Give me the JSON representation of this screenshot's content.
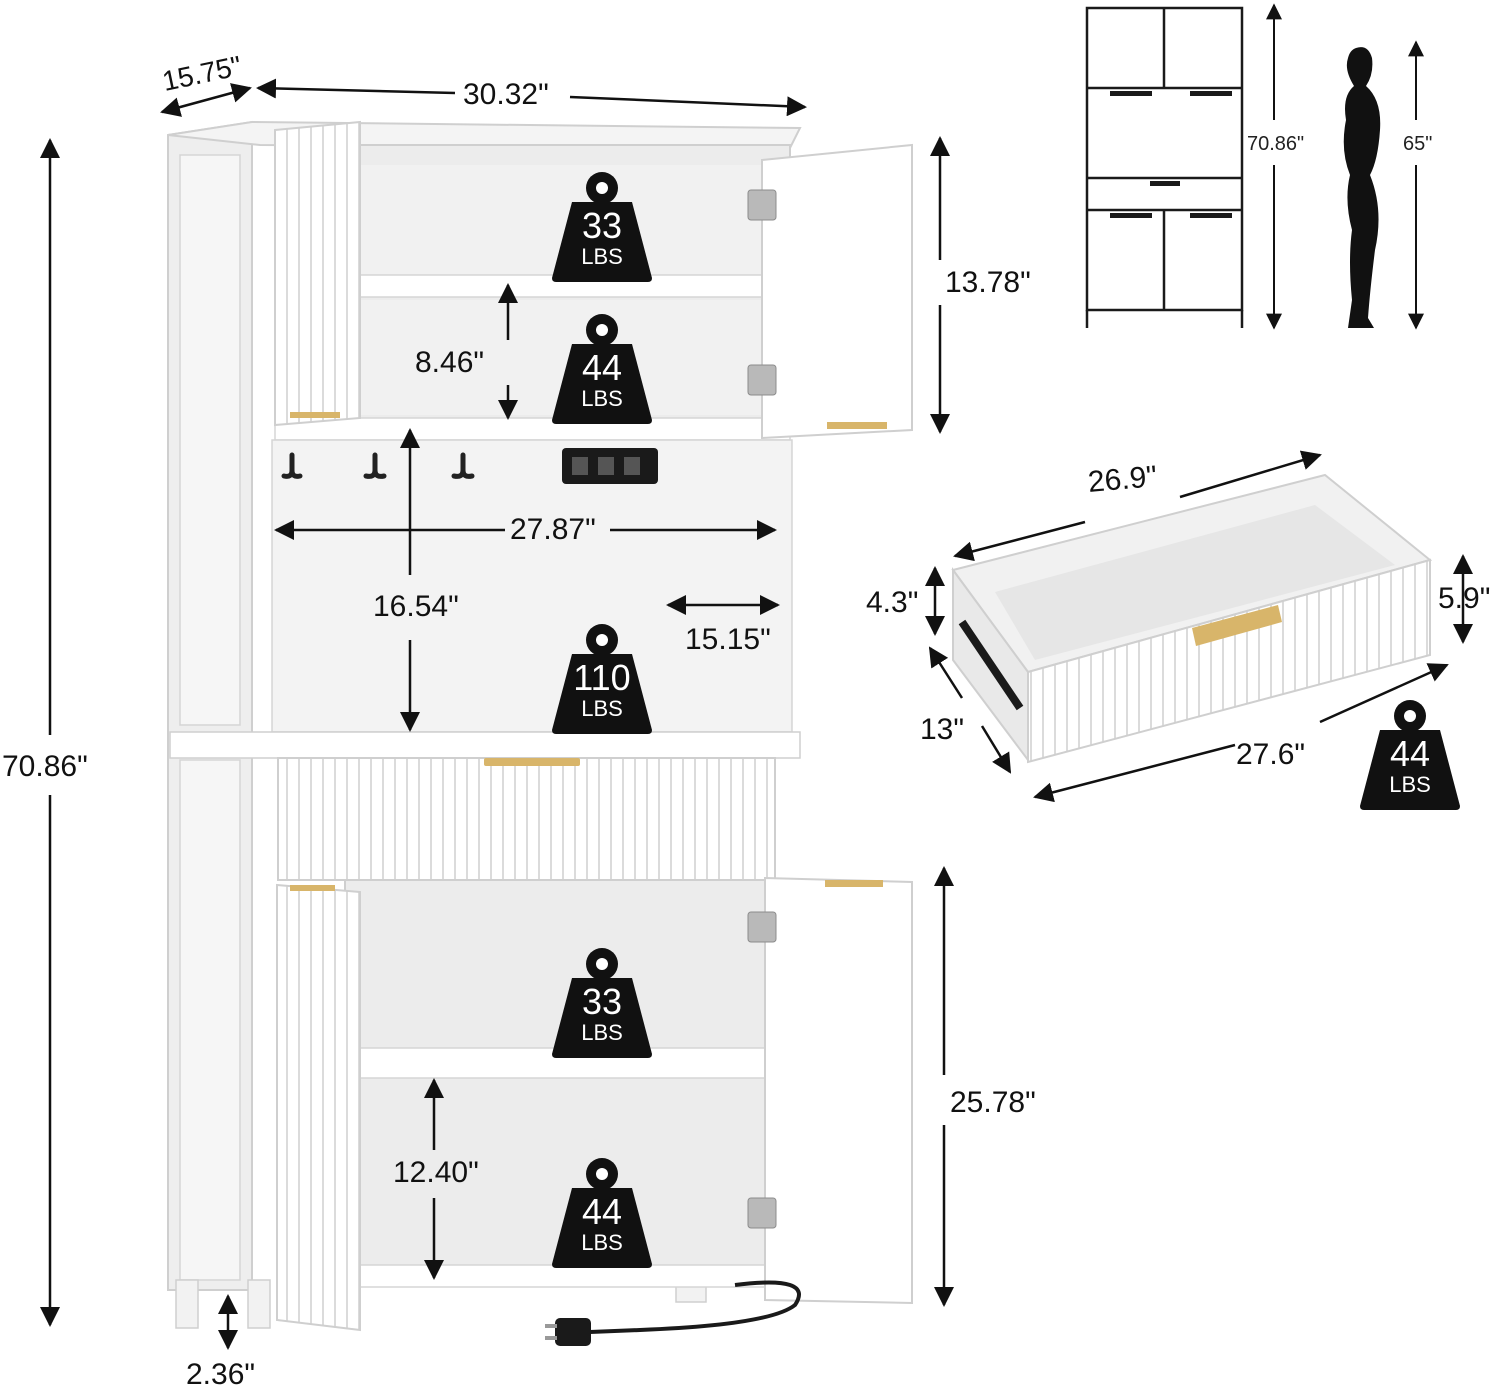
{
  "dimensions": {
    "depth": "15.75\"",
    "width": "30.32\"",
    "height_left": "70.86\"",
    "top_cabinet_height": "13.78\"",
    "top_shelf_gap": "8.46\"",
    "open_width": "27.87\"",
    "open_height": "16.54\"",
    "open_depth": "15.15\"",
    "leg_height": "2.36\"",
    "bottom_cabinet_height": "25.78\"",
    "bottom_shelf_gap": "12.40\""
  },
  "load_badges": {
    "top_shelf": {
      "value": "33",
      "unit": "LBS"
    },
    "upper_shelf": {
      "value": "44",
      "unit": "LBS"
    },
    "open_shelf": {
      "value": "110",
      "unit": "LBS"
    },
    "lower_shelf": {
      "value": "33",
      "unit": "LBS"
    },
    "bottom_shelf": {
      "value": "44",
      "unit": "LBS"
    },
    "drawer": {
      "value": "44",
      "unit": "LBS"
    }
  },
  "comparison": {
    "cabinet_height": "70.86\"",
    "person_height": "65\""
  },
  "drawer": {
    "inner_width": "26.9\"",
    "outer_width": "27.6\"",
    "depth": "13\"",
    "inner_height": "4.3\"",
    "front_height": "5.9\""
  },
  "colors": {
    "furniture": "#ffffff",
    "furniture_shade": "#e9e9e9",
    "outline": "#c9c9c9",
    "badge": "#111111",
    "handle_gold": "#d8b56a",
    "arrow": "#111111"
  }
}
